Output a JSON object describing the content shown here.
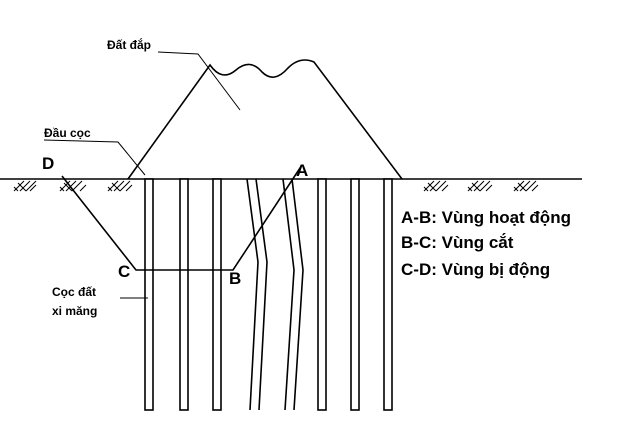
{
  "labels": {
    "fill": "Đất đắp",
    "pile_head": "Đầu cọc",
    "pile_line1": "Cọc đất",
    "pile_line2": "xi măng"
  },
  "points": {
    "a": "A",
    "b": "B",
    "c": "C",
    "d": "D"
  },
  "legend": [
    "A-B: Vùng hoạt động",
    "B-C: Vùng cắt",
    "C-D: Vùng bị động"
  ]
}
